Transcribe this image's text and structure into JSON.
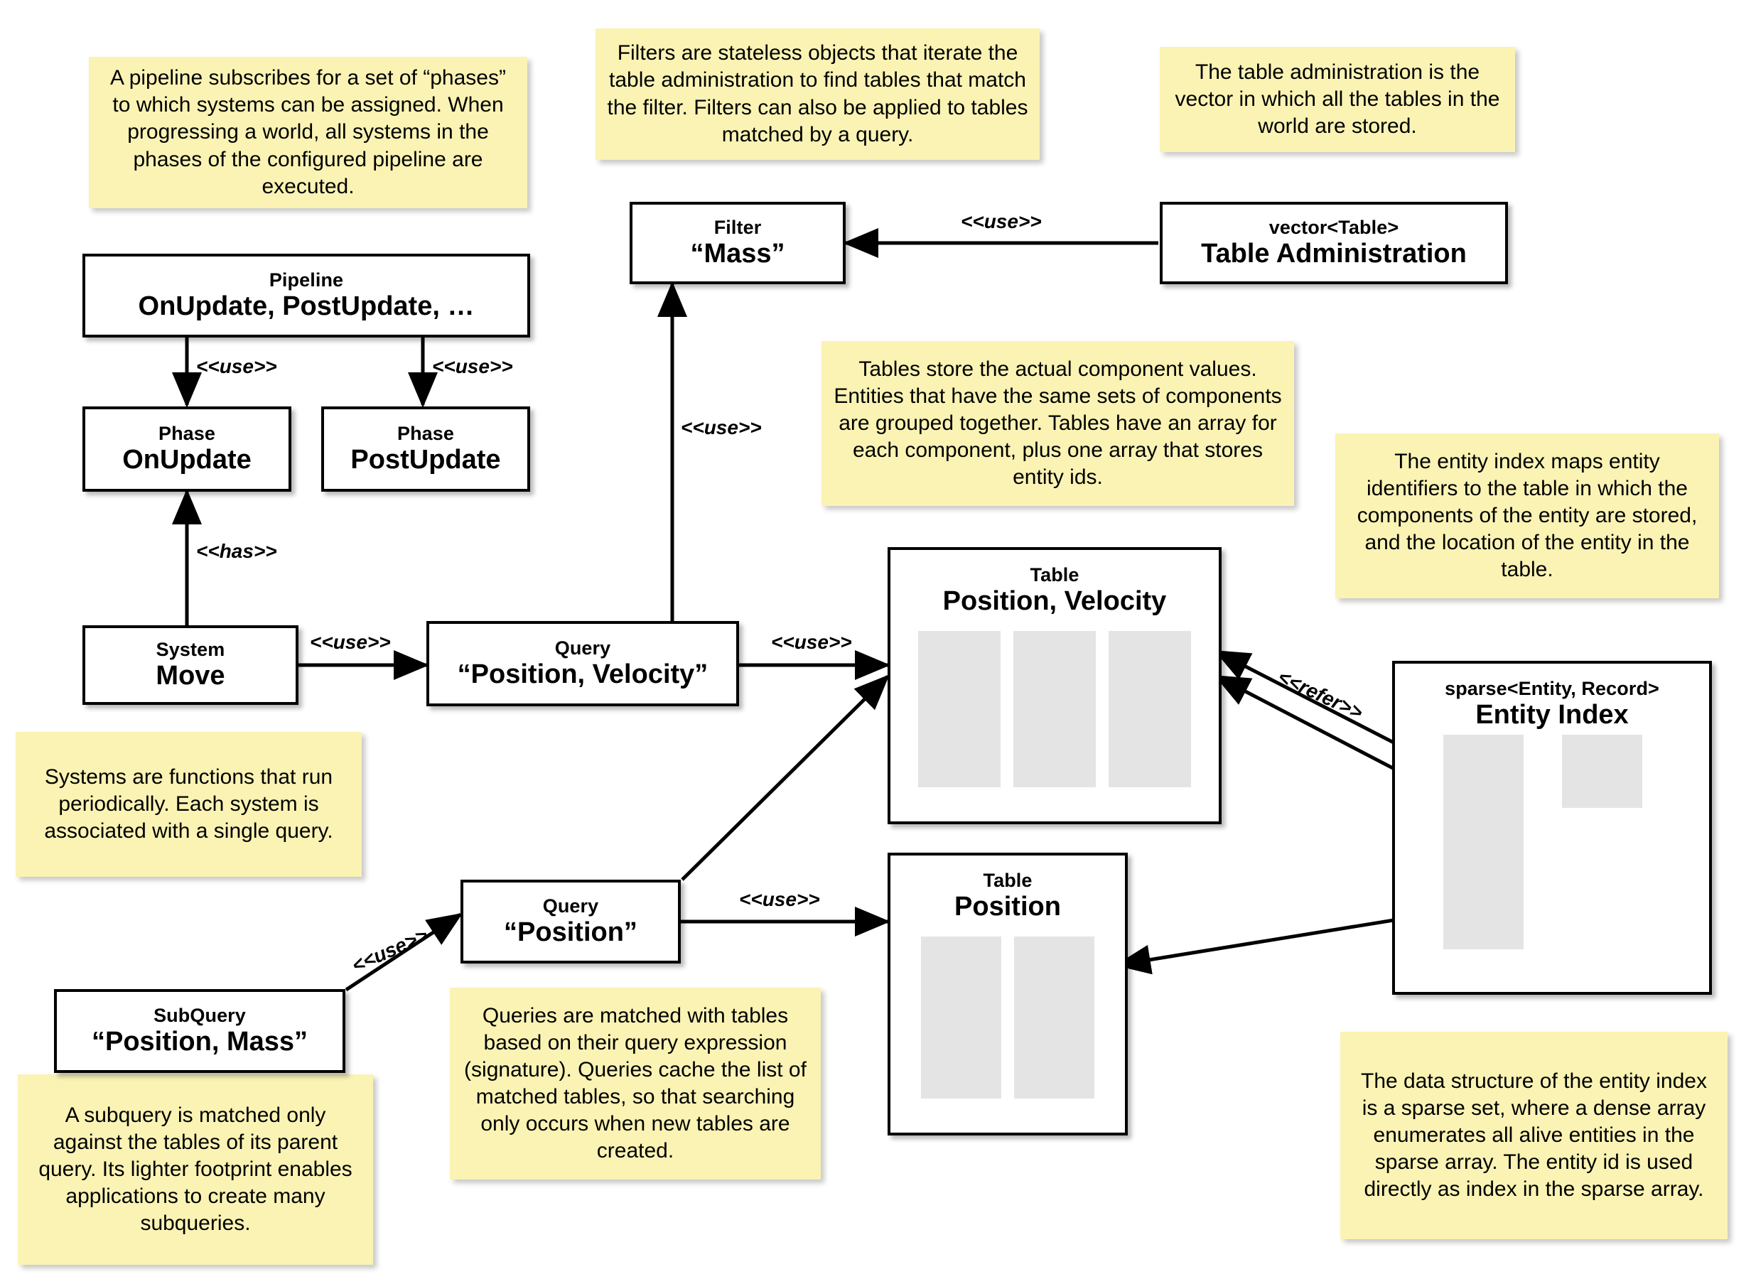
{
  "diagram": {
    "title": "ECS storage architecture diagram",
    "colors": {
      "note_background": "#faf3b4",
      "node_background": "#ffffff",
      "array_bar": "#e4e4e4",
      "stroke": "#000000"
    }
  },
  "nodes": [
    {
      "id": "pipeline",
      "stereotype": "Pipeline",
      "name": "OnUpdate, PostUpdate, …"
    },
    {
      "id": "phase_on",
      "stereotype": "Phase",
      "name": "OnUpdate"
    },
    {
      "id": "phase_post",
      "stereotype": "Phase",
      "name": "PostUpdate"
    },
    {
      "id": "system",
      "stereotype": "System",
      "name": "Move"
    },
    {
      "id": "query_pv",
      "stereotype": "Query",
      "name": "“Position, Velocity”"
    },
    {
      "id": "query_p",
      "stereotype": "Query",
      "name": "“Position”"
    },
    {
      "id": "subquery",
      "stereotype": "SubQuery",
      "name": "“Position, Mass”"
    },
    {
      "id": "filter",
      "stereotype": "Filter",
      "name": "“Mass”"
    },
    {
      "id": "tableadmin",
      "stereotype": "vector<Table>",
      "name": "Table Administration"
    },
    {
      "id": "table_pv",
      "stereotype": "Table",
      "name": "Position, Velocity"
    },
    {
      "id": "table_p",
      "stereotype": "Table",
      "name": "Position"
    },
    {
      "id": "entityidx",
      "stereotype": "sparse<Entity, Record>",
      "name": "Entity Index"
    }
  ],
  "edge_labels": {
    "pipeline_to_phase_on": "<<use>>",
    "pipeline_to_phase_post": "<<use>>",
    "system_has_phase": "<<has>>",
    "system_uses_query": "<<use>>",
    "query_uses_filter": "<<use>>",
    "tableadmin_uses_filter": "<<use>>",
    "query_pv_uses_table": "<<use>>",
    "query_p_uses_table": "<<use>>",
    "subquery_uses_query": "<<use>>",
    "entityindex_refers_table": "<<refer>>"
  },
  "notes": [
    {
      "id": "note_pipeline",
      "text": "A pipeline subscribes for a set of “phases” to which systems can be assigned. When progressing a world, all systems in the phases of the configured pipeline are executed."
    },
    {
      "id": "note_filter",
      "text": "Filters are stateless objects that iterate the table administration to find tables that match the filter. Filters can also be applied to tables matched by a query."
    },
    {
      "id": "note_tableadmin",
      "text": "The table administration is the vector in which all the tables in the world are stored."
    },
    {
      "id": "note_table",
      "text": "Tables store the actual component values. Entities that have the same sets of components are grouped together. Tables have an array for each component, plus one array that stores entity ids."
    },
    {
      "id": "note_entityidx",
      "text": "The entity index maps entity identifiers to the table in which the components of the entity are stored, and the location of the entity in the table."
    },
    {
      "id": "note_system",
      "text": "Systems are functions that run periodically. Each system is associated with a single query."
    },
    {
      "id": "note_query",
      "text": "Queries are matched with tables based on their query expression (signature). Queries cache the list of matched tables, so that searching only occurs when new tables are created."
    },
    {
      "id": "note_subquery",
      "text": "A subquery is matched only against the tables of its parent query. Its lighter footprint enables applications to create many subqueries."
    },
    {
      "id": "note_sparse",
      "text": "The data structure of the entity index is a sparse set, where a dense array enumerates all alive entities in the sparse array. The entity id is used directly as index in the sparse array."
    }
  ]
}
